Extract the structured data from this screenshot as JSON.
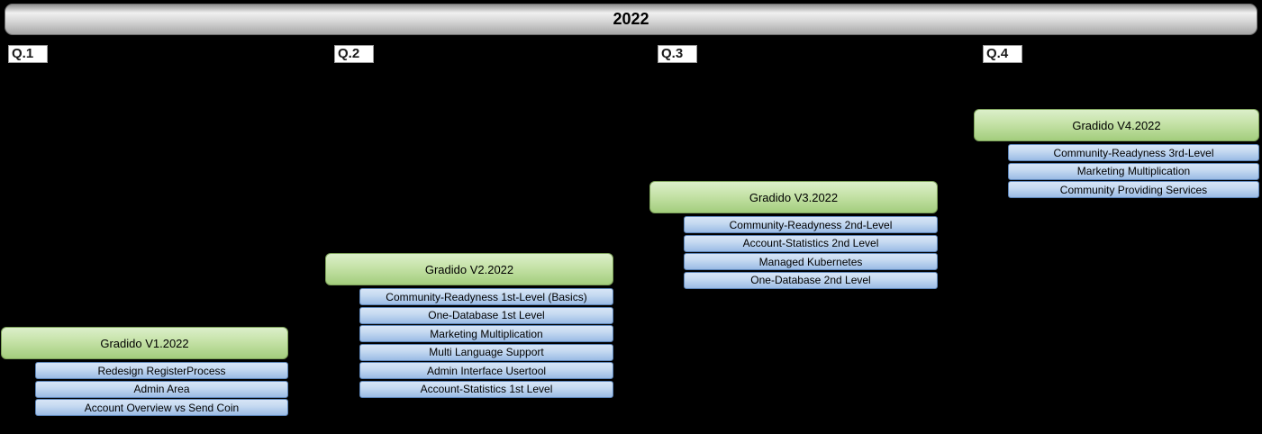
{
  "year_header": {
    "label": "2022"
  },
  "quarters": [
    {
      "label": "Q.1"
    },
    {
      "label": "Q.2"
    },
    {
      "label": "Q.3"
    },
    {
      "label": "Q.4"
    }
  ],
  "groups": [
    {
      "title": "Gradido V1.2022",
      "items": [
        "Redesign RegisterProcess",
        "Admin Area",
        "Account Overview vs Send Coin"
      ]
    },
    {
      "title": "Gradido V2.2022",
      "items": [
        "Community-Readyness 1st-Level (Basics)",
        "One-Database 1st Level",
        "Marketing Multiplication",
        "Multi Language Support",
        "Admin Interface Usertool",
        "Account-Statistics 1st Level"
      ]
    },
    {
      "title": "Gradido V3.2022",
      "items": [
        "Community-Readyness 2nd-Level",
        "Account-Statistics 2nd Level",
        "Managed Kubernetes",
        "One-Database 2nd Level"
      ]
    },
    {
      "title": "Gradido V4.2022",
      "items": [
        "Community-Readyness 3rd-Level",
        "Marketing Multiplication",
        "Community Providing Services"
      ]
    }
  ],
  "colors": {
    "background": "#000000",
    "header_gradient_light": "#f0f0f0",
    "header_gradient_dark": "#8f8f8f",
    "milestone_green_light": "#dcefca",
    "milestone_green_dark": "#a3cd7d",
    "milestone_green_border": "#7da25a",
    "task_blue_light": "#d7e5f6",
    "task_blue_dark": "#9bbbe5",
    "task_blue_border": "#5d85b8",
    "quarter_label_bg": "#ffffff",
    "text": "#000000"
  }
}
